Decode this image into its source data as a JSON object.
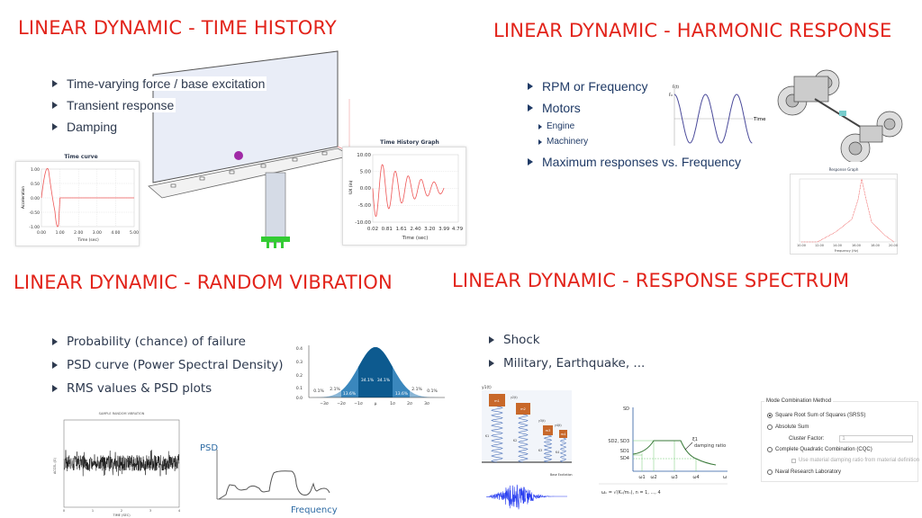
{
  "sections": {
    "time_history": {
      "title": "LINEAR DYNAMIC - TIME HISTORY",
      "bullets": [
        "Time-varying force / base excitation",
        "Transient response",
        "Damping"
      ],
      "time_curve": {
        "title": "Time curve",
        "ylabel": "Acceleration",
        "xlabel": "Time (sec)",
        "yticks": [
          "1.00",
          "0.50",
          "0.00",
          "-0.50",
          "-1.00"
        ],
        "xticks": [
          "0.00",
          "1.00",
          "2.00",
          "3.00",
          "4.00",
          "5.00"
        ]
      },
      "history_graph": {
        "title": "Time History Graph",
        "ylabel": "UX (in)",
        "xlabel": "Time (sec)",
        "yticks": [
          "10.00",
          "5.00",
          "0.00",
          "-5.00",
          "-10.00"
        ],
        "xticks": [
          "0.02",
          "0.81",
          "1.61",
          "2.40",
          "3.20",
          "3.99",
          "4.79"
        ]
      }
    },
    "harmonic": {
      "title": "LINEAR DYNAMIC - HARMONIC RESPONSE",
      "bullets": [
        "RPM or Frequency",
        "Motors",
        "Engine",
        "Machinery",
        "Maximum responses vs. Frequency"
      ],
      "sine_labels": {
        "y": "F(t)",
        "amp": "F₀",
        "x": "Time"
      },
      "response_graph": {
        "title": "Response Graph",
        "xlabel": "Frequency (Hz)",
        "xticks": [
          "10.00",
          "12.00",
          "14.00",
          "16.00",
          "18.00",
          "20.00"
        ]
      }
    },
    "random": {
      "title": "LINEAR DYNAMIC - RANDOM VIBRATION",
      "bullets": [
        "Probability (chance) of failure",
        "PSD curve (Power Spectral Density)",
        "RMS values & PSD plots"
      ],
      "normal": {
        "yticks": [
          "0.4",
          "0.3",
          "0.2",
          "0.1",
          "0.0"
        ],
        "xticks": [
          "−3σ",
          "−2σ",
          "−1σ",
          "μ",
          "1σ",
          "2σ",
          "3σ"
        ],
        "pcts": [
          "0.1%",
          "2.1%",
          "13.6%",
          "34.1%",
          "34.1%",
          "13.6%",
          "2.1%",
          "0.1%"
        ]
      },
      "sample": {
        "title": "SAMPLE RANDOM VIBRATION",
        "ylabel": "ACCEL (G)",
        "xlabel": "TIME (SEC)",
        "xticks": [
          "0",
          "1",
          "2",
          "3",
          "4"
        ]
      },
      "psd": {
        "ylabel": "PSD",
        "xlabel": "Frequency"
      }
    },
    "spectrum": {
      "title": "LINEAR DYNAMIC - RESPONSE SPECTRUM",
      "bullets": [
        "Shock",
        "Military, Earthquake, ..."
      ],
      "springs": {
        "masses": [
          "m1",
          "m2",
          "m3",
          "m4"
        ],
        "springs": [
          "K1",
          "K2",
          "K3",
          "K4"
        ],
        "disp": [
          "y1(t)",
          "y2(t)",
          "y3(t)",
          "y4(t)"
        ],
        "base": "Base Excitation"
      },
      "sd_chart": {
        "ylabel": "SD",
        "levels": [
          "SD2, SD3",
          "SD1",
          "SD4"
        ],
        "xticks": [
          "ω1",
          "ω2",
          "ω3",
          "ω4"
        ],
        "xlabel": "ω",
        "annotation": "ξ1",
        "annotation2": "damping ratio",
        "formula": "ωₙ = √(Kₙ/mₙ), n = 1, ..., 4"
      },
      "mode_dialog": {
        "legend": "Mode Combination Method",
        "options": [
          "Square Root Sum of Squares (SRSS)",
          "Absolute Sum",
          "Complete Quadratic Combination (CQC)",
          "Naval Research Laboratory"
        ],
        "selected": 0,
        "cluster_label": "Cluster Factor:",
        "cluster_value": "1",
        "checkbox_label": "Use material damping ratio from material definition"
      }
    }
  }
}
